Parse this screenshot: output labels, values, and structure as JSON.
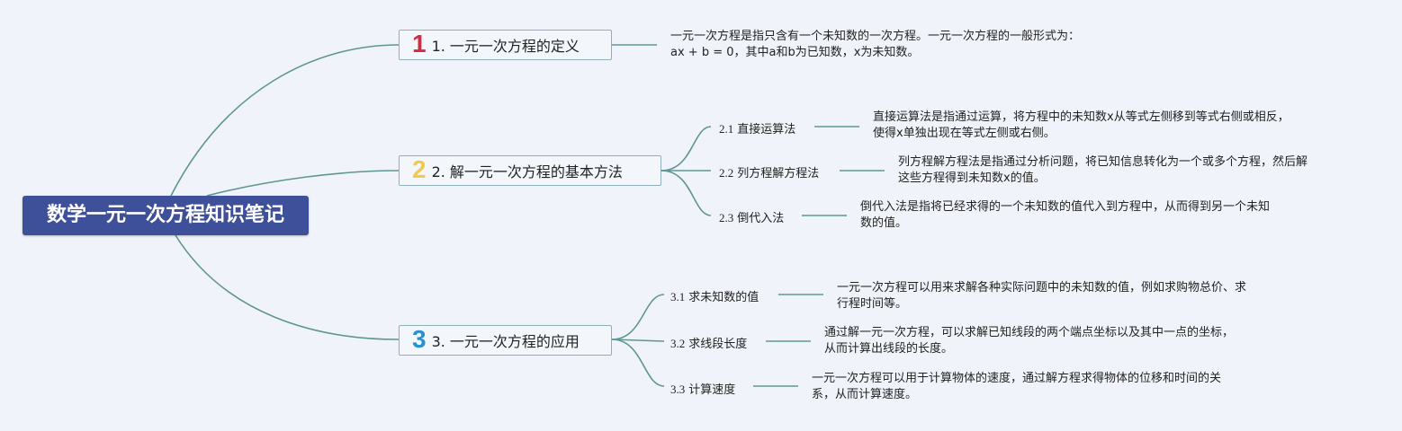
{
  "root": {
    "title": "数学一元一次方程知识笔记"
  },
  "colors": {
    "root_bg": "#3f509a",
    "line": "#5e9693",
    "num1": "#d62a3f",
    "num2": "#f2c94c",
    "num3": "#2a8fcf"
  },
  "branches": [
    {
      "badge": "1",
      "label": "1. 一元一次方程的定义",
      "badge_color": "#d62a3f",
      "note": {
        "line1": "一元一次方程是指只含有一个未知数的一次方程。一元一次方程的一般形式为：",
        "line2": "ax + b = 0，其中a和b为已知数，x为未知数。"
      }
    },
    {
      "badge": "2",
      "label": "2. 解一元一次方程的基本方法",
      "badge_color": "#f2c94c",
      "children": [
        {
          "num": "2.1",
          "label": "直接运算法",
          "note": {
            "line1": "直接运算法是指通过运算，将方程中的未知数x从等式左侧移到等式右侧或相反，",
            "line2": "使得x单独出现在等式左侧或右侧。"
          }
        },
        {
          "num": "2.2",
          "label": "列方程解方程法",
          "note": {
            "line1": "列方程解方程法是指通过分析问题，将已知信息转化为一个或多个方程，然后解",
            "line2": "这些方程得到未知数x的值。"
          }
        },
        {
          "num": "2.3",
          "label": "倒代入法",
          "note": {
            "line1": "倒代入法是指将已经求得的一个未知数的值代入到方程中，从而得到另一个未知",
            "line2": "数的值。"
          }
        }
      ]
    },
    {
      "badge": "3",
      "label": "3. 一元一次方程的应用",
      "badge_color": "#2a8fcf",
      "children": [
        {
          "num": "3.1",
          "label": "求未知数的值",
          "note": {
            "line1": "一元一次方程可以用来求解各种实际问题中的未知数的值，例如求购物总价、求",
            "line2": "行程时间等。"
          }
        },
        {
          "num": "3.2",
          "label": "求线段长度",
          "note": {
            "line1": "通过解一元一次方程，可以求解已知线段的两个端点坐标以及其中一点的坐标，",
            "line2": "从而计算出线段的长度。"
          }
        },
        {
          "num": "3.3",
          "label": "计算速度",
          "note": {
            "line1": "一元一次方程可以用于计算物体的速度，通过解方程求得物体的位移和时间的关",
            "line2": "系，从而计算速度。"
          }
        }
      ]
    }
  ]
}
